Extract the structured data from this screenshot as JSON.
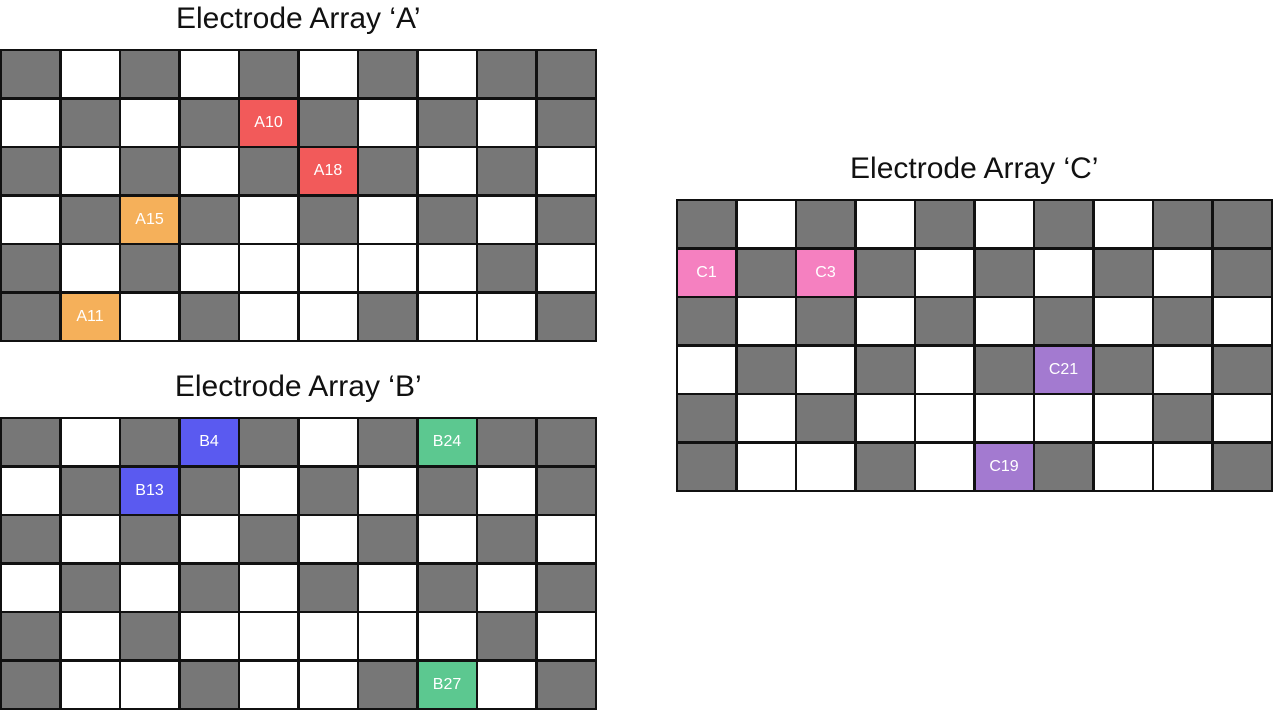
{
  "colors": {
    "dark_cell": "#777777",
    "light_cell": "#ffffff",
    "grid_line": "#111111",
    "red": "#f25a5a",
    "orange": "#f5b05a",
    "blue": "#5a5af0",
    "green": "#5cc890",
    "pink": "#f580c0",
    "purple": "#a37ad0"
  },
  "arrays": [
    {
      "id": "a",
      "title": "Electrode Array ‘A’",
      "pattern": [
        "DLDLDLDLDD",
        "LDLDLDLDLD",
        "DLDLDLDLDL",
        "LDLDLDLDLD",
        "DLDLLLLLDL",
        "DLLDLLDLLD"
      ],
      "labeled": [
        {
          "row": 1,
          "col": 4,
          "label": "A10",
          "color": "#f25a5a"
        },
        {
          "row": 2,
          "col": 5,
          "label": "A18",
          "color": "#f25a5a"
        },
        {
          "row": 3,
          "col": 2,
          "label": "A15",
          "color": "#f5b05a"
        },
        {
          "row": 5,
          "col": 1,
          "label": "A11",
          "color": "#f5b05a"
        }
      ]
    },
    {
      "id": "b",
      "title": "Electrode Array ‘B’",
      "pattern": [
        "DLDLDLDLDD",
        "LDLDLDLDLD",
        "DLDLDLDLDL",
        "LDLDLDLDLD",
        "DLDLLLLLDL",
        "DLLDLLDLLD"
      ],
      "labeled": [
        {
          "row": 0,
          "col": 3,
          "label": "B4",
          "color": "#5a5af0"
        },
        {
          "row": 0,
          "col": 7,
          "label": "B24",
          "color": "#5cc890"
        },
        {
          "row": 1,
          "col": 2,
          "label": "B13",
          "color": "#5a5af0"
        },
        {
          "row": 5,
          "col": 7,
          "label": "B27",
          "color": "#5cc890"
        }
      ]
    },
    {
      "id": "c",
      "title": "Electrode Array ‘C’",
      "pattern": [
        "DLDLDLDLDD",
        "LDLDLDLDLD",
        "DLDLDLDLDL",
        "LDLDLDLDLD",
        "DLDLLLLLDL",
        "DLLDLLDLLD"
      ],
      "labeled": [
        {
          "row": 1,
          "col": 0,
          "label": "C1",
          "color": "#f580c0"
        },
        {
          "row": 1,
          "col": 2,
          "label": "C3",
          "color": "#f580c0"
        },
        {
          "row": 3,
          "col": 6,
          "label": "C21",
          "color": "#a37ad0"
        },
        {
          "row": 5,
          "col": 5,
          "label": "C19",
          "color": "#a37ad0"
        }
      ]
    }
  ]
}
